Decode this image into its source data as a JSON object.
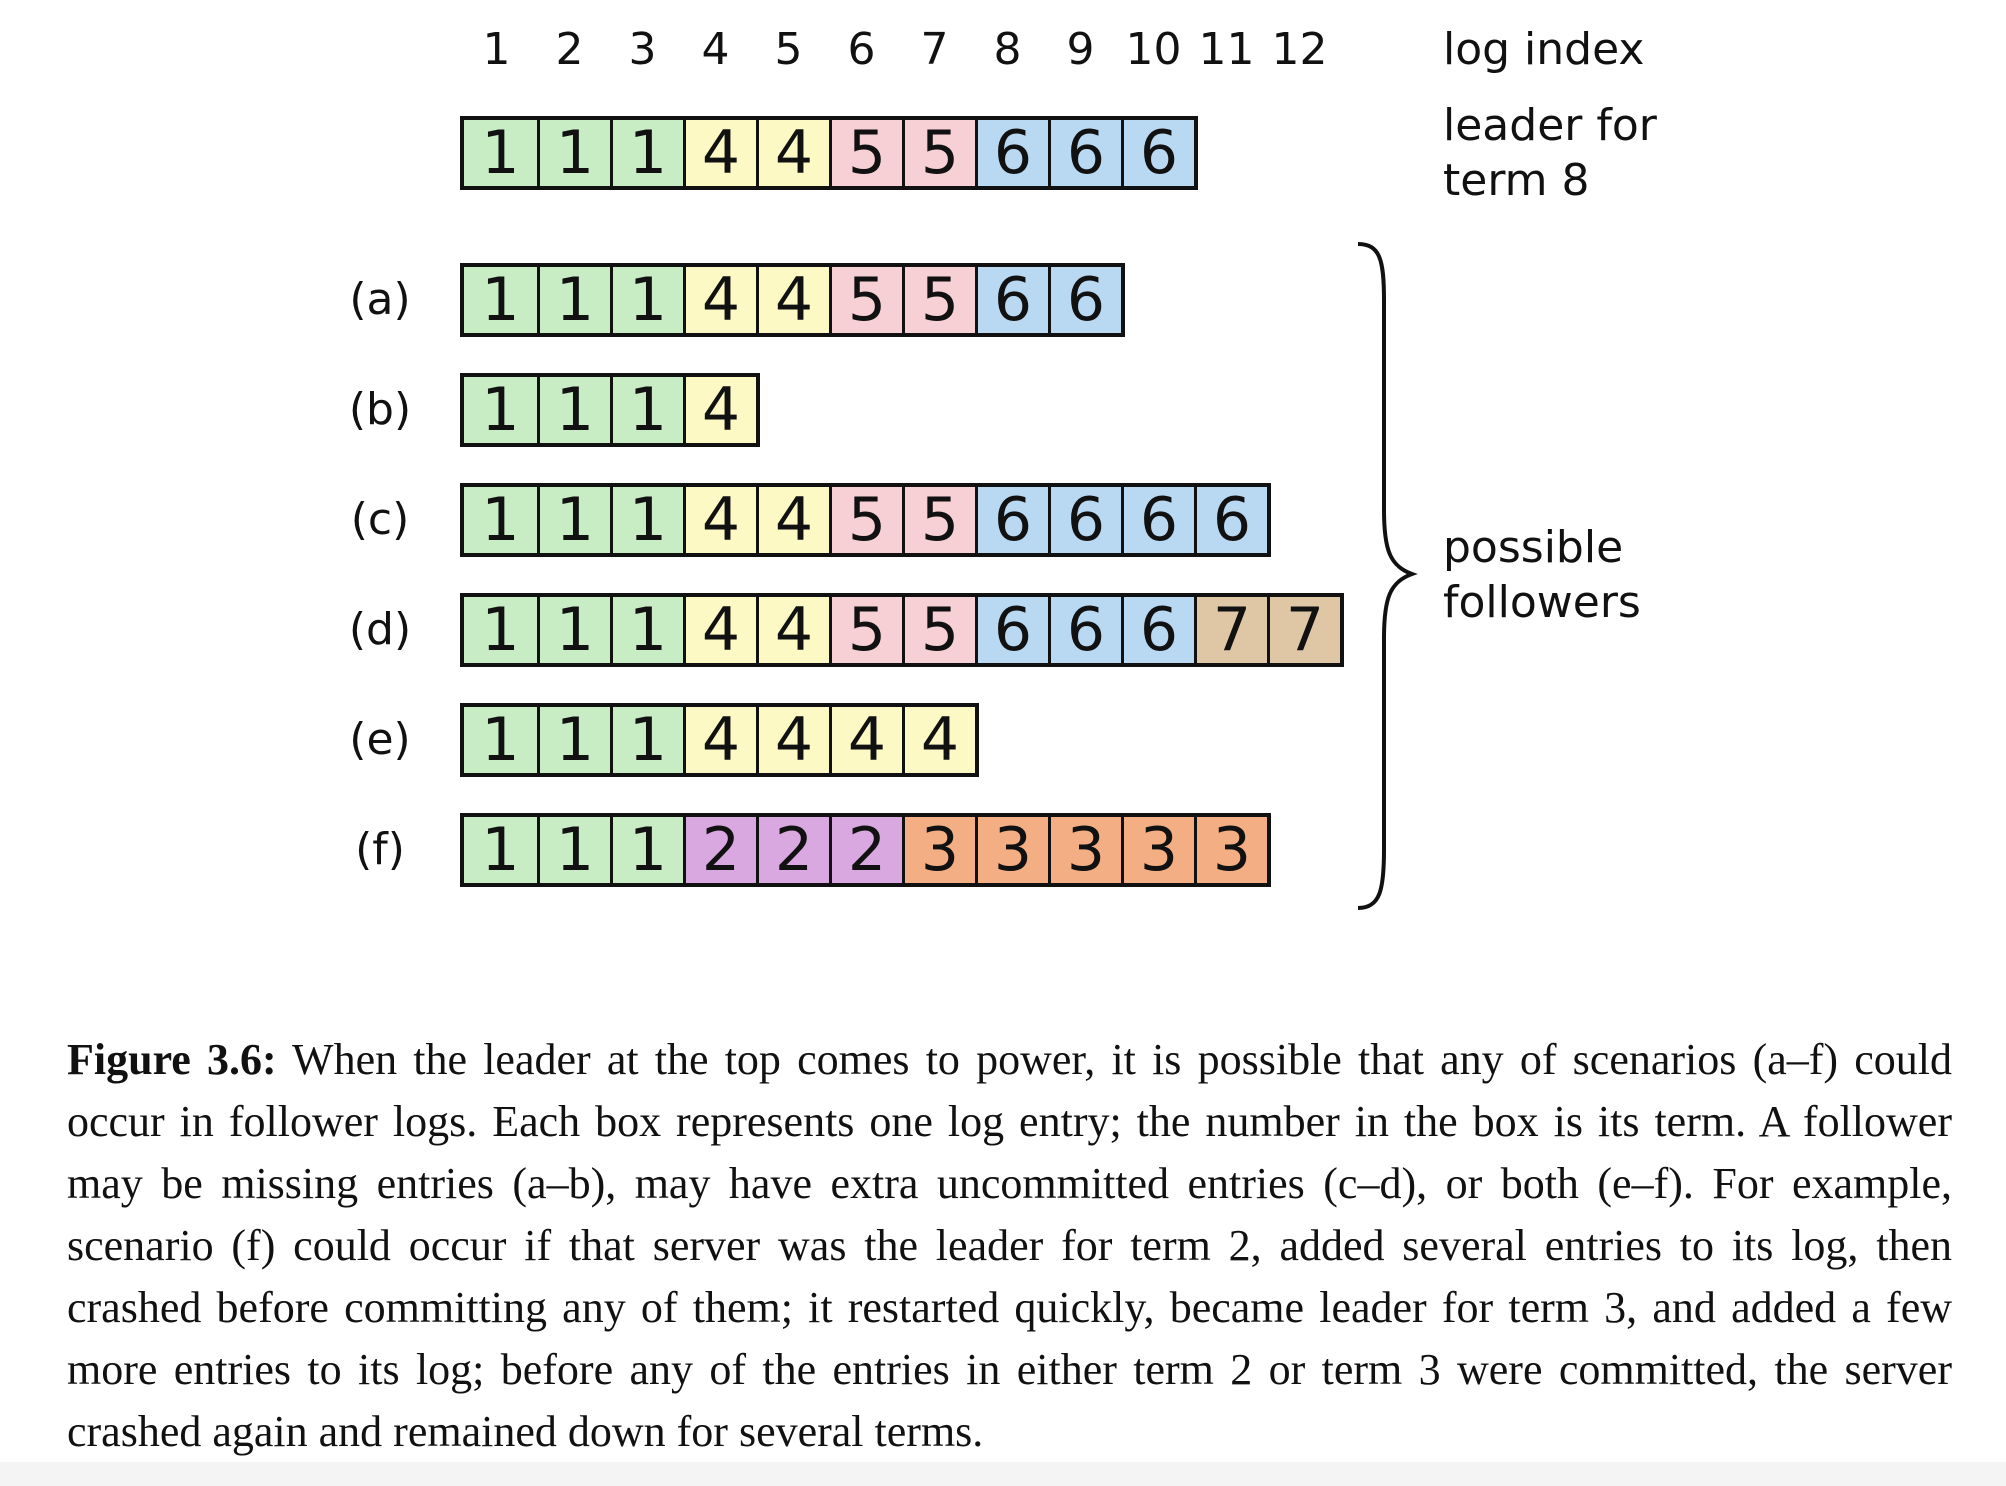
{
  "header": {
    "index_label": "log index",
    "indices": [
      "1",
      "2",
      "3",
      "4",
      "5",
      "6",
      "7",
      "8",
      "9",
      "10",
      "11",
      "12"
    ]
  },
  "leader": {
    "label_line1": "leader for",
    "label_line2": "term 8",
    "entries": [
      1,
      1,
      1,
      4,
      4,
      5,
      5,
      6,
      6,
      6
    ]
  },
  "followers": {
    "label_line1": "possible",
    "label_line2": "followers",
    "rows": [
      {
        "label": "(a)",
        "entries": [
          1,
          1,
          1,
          4,
          4,
          5,
          5,
          6,
          6
        ]
      },
      {
        "label": "(b)",
        "entries": [
          1,
          1,
          1,
          4
        ]
      },
      {
        "label": "(c)",
        "entries": [
          1,
          1,
          1,
          4,
          4,
          5,
          5,
          6,
          6,
          6,
          6
        ]
      },
      {
        "label": "(d)",
        "entries": [
          1,
          1,
          1,
          4,
          4,
          5,
          5,
          6,
          6,
          6,
          7,
          7
        ]
      },
      {
        "label": "(e)",
        "entries": [
          1,
          1,
          1,
          4,
          4,
          4,
          4
        ]
      },
      {
        "label": "(f)",
        "entries": [
          1,
          1,
          1,
          2,
          2,
          2,
          3,
          3,
          3,
          3,
          3
        ]
      }
    ]
  },
  "term_colors": {
    "1": "#c8ecc4",
    "2": "#d9a8e0",
    "3": "#f3ae83",
    "4": "#fcf9c4",
    "5": "#f6d0d4",
    "6": "#b9d8f2",
    "7": "#dfc7a6"
  },
  "caption": {
    "label": "Figure 3.6:",
    "text": " When the leader at the top comes to power, it is possible that any of scenarios (a–f) could occur in follower logs. Each box represents one log entry; the number in the box is its term. A follower may be missing entries (a–b), may have extra uncommitted entries (c–d), or both (e–f). For example, scenario (f) could occur if that server was the leader for term 2, added several entries to its log, then crashed before committing any of them; it restarted quickly, became leader for term 3, and added a few more entries to its log; before any of the entries in either term 2 or term 3 were committed, the server crashed again and remained down for several terms."
  }
}
